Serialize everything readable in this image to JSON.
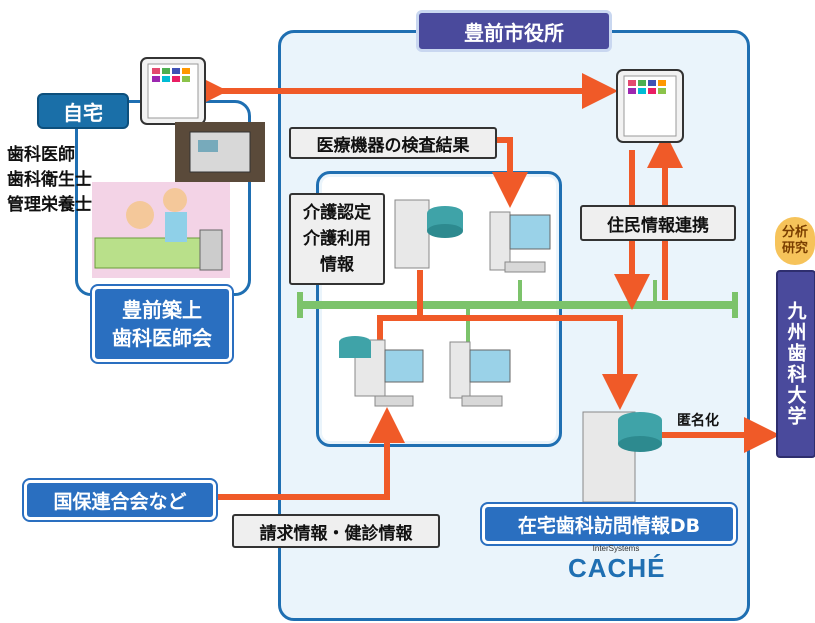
{
  "title": "豊前市役所",
  "home": {
    "label": "自宅",
    "staff": [
      "歯科医師",
      "歯科衛生士",
      "管理栄養士"
    ],
    "association": [
      "豊前築上",
      "歯科医師会"
    ]
  },
  "medical_results": "医療機器の検査結果",
  "care_info": [
    "介護認定",
    "介護利用",
    "情報"
  ],
  "resident_link": "住民情報連携",
  "anonymized": "匿名化",
  "analysis": [
    "分析",
    "研究"
  ],
  "university": "九州歯科大学",
  "insurance": "国保連合会など",
  "billing": "請求情報・健診情報",
  "database": "在宅歯科訪問情報DB",
  "vendor_small": "InterSystems",
  "vendor_logo": "CACHÉ",
  "colors": {
    "arrow_orange": "#f05a28",
    "network_green": "#7cc36b",
    "panel_border": "#1f6fb2",
    "purple": "#4a4a9c"
  }
}
